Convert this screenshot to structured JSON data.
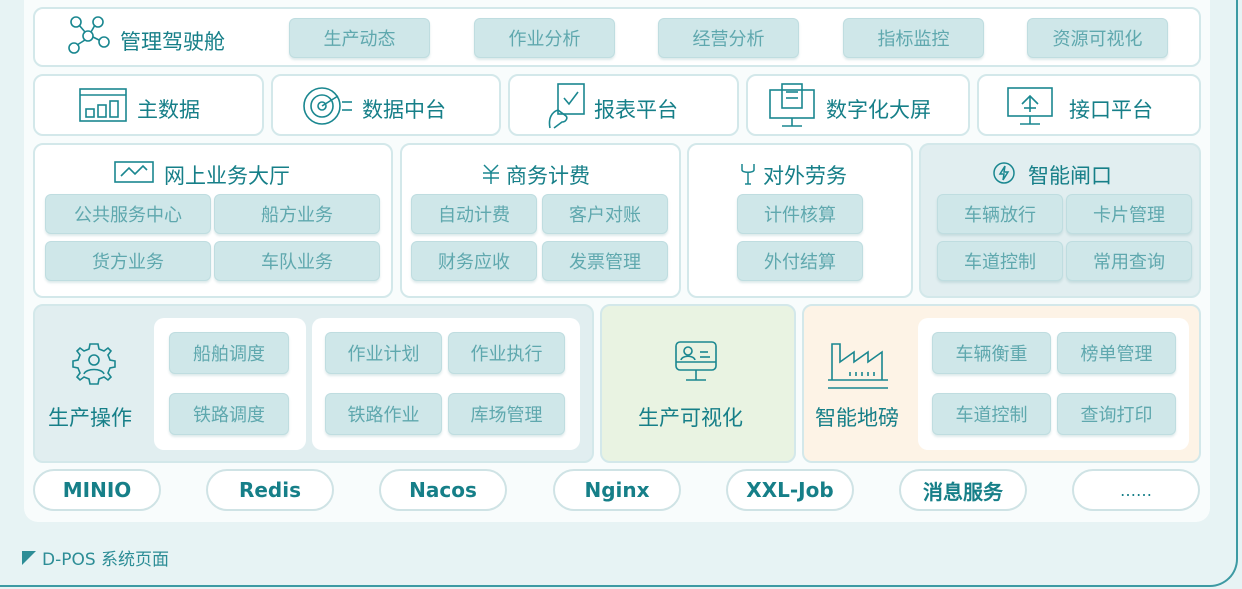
{
  "row1": {
    "title": "管理驾驶舱",
    "tabs": [
      "生产动态",
      "作业分析",
      "经营分析",
      "指标监控",
      "资源可视化"
    ]
  },
  "row2": {
    "items": [
      "主数据",
      "数据中台",
      "报表平台",
      "数字化大屏",
      "接口平台"
    ]
  },
  "row3": {
    "online_hall": {
      "title": "网上业务大厅",
      "items": [
        "公共服务中心",
        "船方业务",
        "货方业务",
        "车队业务"
      ]
    },
    "billing": {
      "title": "商务计费",
      "items": [
        "自动计费",
        "客户对账",
        "财务应收",
        "发票管理"
      ]
    },
    "labor": {
      "title": "对外劳务",
      "items": [
        "计件核算",
        "外付结算"
      ]
    },
    "gate": {
      "title": "智能闸口",
      "items": [
        "车辆放行",
        "卡片管理",
        "车道控制",
        "常用查询"
      ]
    }
  },
  "row4": {
    "production": {
      "title": "生产操作",
      "dispatch": [
        "船舶调度",
        "铁路调度"
      ],
      "operations": [
        "作业计划",
        "作业执行",
        "铁路作业",
        "库场管理"
      ]
    },
    "visualization": {
      "title": "生产可视化"
    },
    "weighbridge": {
      "title": "智能地磅",
      "items": [
        "车辆衡重",
        "榜单管理",
        "车道控制",
        "查询打印"
      ]
    }
  },
  "row5": {
    "services": [
      "MINIO",
      "Redis",
      "Nacos",
      "Nginx",
      "XXL-Job",
      "消息服务",
      "……"
    ]
  },
  "caption": "D-POS 系统页面",
  "colors": {
    "teal_text": "#167f88",
    "pill_bg": "#cfe7e9",
    "gate_bg": "#e1eef0",
    "visual_bg": "#e9f3e2",
    "weighbridge_bg": "#fdf3e6"
  }
}
